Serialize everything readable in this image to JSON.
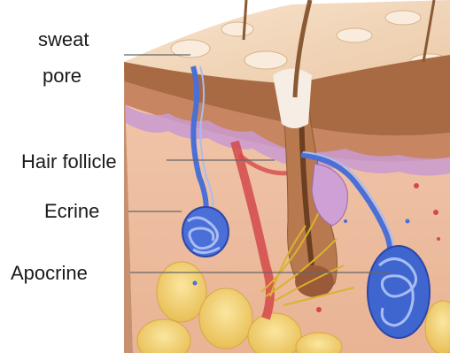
{
  "labels": {
    "sweat": "sweat",
    "pore": "pore",
    "hair_follicle": "Hair follicle",
    "ecrine": "Ecrine",
    "apocrine": "Apocrine"
  },
  "colors": {
    "epidermis_surface": "#f3d9be",
    "epidermis_band": "#a86a43",
    "dermis": "#efbfa3",
    "basal_layer": "#c99ad0",
    "fat": "#f6d67a",
    "gland": "#4a6fd6",
    "gland_dark": "#2c46a8",
    "hair": "#8a5a35",
    "pointer": "#666666"
  }
}
